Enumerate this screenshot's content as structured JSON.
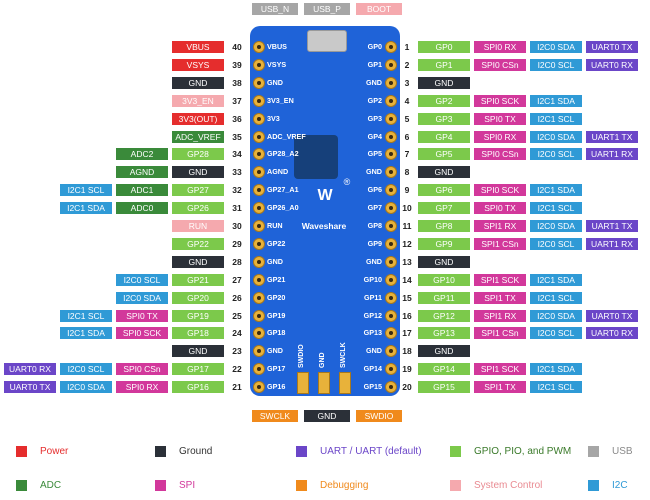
{
  "colors": {
    "power": "#e52d2d",
    "ground": "#2b3038",
    "uart": "#6b46c8",
    "gpio": "#7cc94b",
    "usb": "#a6a6a6",
    "adc": "#3a8a3a",
    "spi": "#d2389b",
    "debug": "#f08a1c",
    "system": "#f5a9ae",
    "i2c": "#2f9ad6"
  },
  "top_labels": [
    {
      "text": "USB_N",
      "kind": "usb"
    },
    {
      "text": "USB_P",
      "kind": "usb"
    },
    {
      "text": "BOOT",
      "kind": "system"
    }
  ],
  "bottom_labels": [
    {
      "text": "SWCLK",
      "kind": "debug"
    },
    {
      "text": "GND",
      "kind": "ground"
    },
    {
      "text": "SWDIO",
      "kind": "debug"
    }
  ],
  "board": {
    "brand": "Waveshare",
    "logo": "W",
    "reg": "®",
    "swd_labels": [
      "SWDIO",
      "GND",
      "SWCLK"
    ]
  },
  "left_pins": [
    {
      "num": "40",
      "silk": "VBUS",
      "labels": [
        {
          "text": "VBUS",
          "kind": "power"
        }
      ]
    },
    {
      "num": "39",
      "silk": "VSYS",
      "labels": [
        {
          "text": "VSYS",
          "kind": "power"
        }
      ]
    },
    {
      "num": "38",
      "silk": "GND",
      "labels": [
        {
          "text": "GND",
          "kind": "ground"
        }
      ]
    },
    {
      "num": "37",
      "silk": "3V3_EN",
      "labels": [
        {
          "text": "3V3_EN",
          "kind": "system"
        }
      ]
    },
    {
      "num": "36",
      "silk": "3V3",
      "labels": [
        {
          "text": "3V3(OUT)",
          "kind": "power"
        }
      ]
    },
    {
      "num": "35",
      "silk": "ADC_VREF",
      "labels": [
        {
          "text": "ADC_VREF",
          "kind": "adc"
        }
      ]
    },
    {
      "num": "34",
      "silk": "GP28_A2",
      "labels": [
        {
          "text": "ADC2",
          "kind": "adc"
        },
        {
          "text": "GP28",
          "kind": "gpio"
        }
      ]
    },
    {
      "num": "33",
      "silk": "AGND",
      "labels": [
        {
          "text": "AGND",
          "kind": "adc"
        },
        {
          "text": "GND",
          "kind": "ground"
        }
      ]
    },
    {
      "num": "32",
      "silk": "GP27_A1",
      "labels": [
        {
          "text": "I2C1 SCL",
          "kind": "i2c"
        },
        {
          "text": "ADC1",
          "kind": "adc"
        },
        {
          "text": "GP27",
          "kind": "gpio"
        }
      ]
    },
    {
      "num": "31",
      "silk": "GP26_A0",
      "labels": [
        {
          "text": "I2C1 SDA",
          "kind": "i2c"
        },
        {
          "text": "ADC0",
          "kind": "adc"
        },
        {
          "text": "GP26",
          "kind": "gpio"
        }
      ]
    },
    {
      "num": "30",
      "silk": "RUN",
      "labels": [
        {
          "text": "RUN",
          "kind": "system"
        }
      ]
    },
    {
      "num": "29",
      "silk": "GP22",
      "labels": [
        {
          "text": "GP22",
          "kind": "gpio"
        }
      ]
    },
    {
      "num": "28",
      "silk": "GND",
      "labels": [
        {
          "text": "GND",
          "kind": "ground"
        }
      ]
    },
    {
      "num": "27",
      "silk": "GP21",
      "labels": [
        {
          "text": "I2C0 SCL",
          "kind": "i2c"
        },
        {
          "text": "GP21",
          "kind": "gpio"
        }
      ]
    },
    {
      "num": "26",
      "silk": "GP20",
      "labels": [
        {
          "text": "I2C0 SDA",
          "kind": "i2c"
        },
        {
          "text": "GP20",
          "kind": "gpio"
        }
      ]
    },
    {
      "num": "25",
      "silk": "GP19",
      "labels": [
        {
          "text": "I2C1 SCL",
          "kind": "i2c"
        },
        {
          "text": "SPI0 TX",
          "kind": "spi"
        },
        {
          "text": "GP19",
          "kind": "gpio"
        }
      ]
    },
    {
      "num": "24",
      "silk": "GP18",
      "labels": [
        {
          "text": "I2C1 SDA",
          "kind": "i2c"
        },
        {
          "text": "SPI0 SCK",
          "kind": "spi"
        },
        {
          "text": "GP18",
          "kind": "gpio"
        }
      ]
    },
    {
      "num": "23",
      "silk": "GND",
      "labels": [
        {
          "text": "GND",
          "kind": "ground"
        }
      ]
    },
    {
      "num": "22",
      "silk": "GP17",
      "labels": [
        {
          "text": "UART0 RX",
          "kind": "uart"
        },
        {
          "text": "I2C0 SCL",
          "kind": "i2c"
        },
        {
          "text": "SPI0 CSn",
          "kind": "spi"
        },
        {
          "text": "GP17",
          "kind": "gpio"
        }
      ]
    },
    {
      "num": "21",
      "silk": "GP16",
      "labels": [
        {
          "text": "UART0 TX",
          "kind": "uart"
        },
        {
          "text": "I2C0 SDA",
          "kind": "i2c"
        },
        {
          "text": "SPI0 RX",
          "kind": "spi"
        },
        {
          "text": "GP16",
          "kind": "gpio"
        }
      ]
    }
  ],
  "right_pins": [
    {
      "num": "1",
      "silk": "GP0",
      "labels": [
        {
          "text": "GP0",
          "kind": "gpio"
        },
        {
          "text": "SPI0 RX",
          "kind": "spi"
        },
        {
          "text": "I2C0 SDA",
          "kind": "i2c"
        },
        {
          "text": "UART0 TX",
          "kind": "uart"
        }
      ]
    },
    {
      "num": "2",
      "silk": "GP1",
      "labels": [
        {
          "text": "GP1",
          "kind": "gpio"
        },
        {
          "text": "SPI0 CSn",
          "kind": "spi"
        },
        {
          "text": "I2C0 SCL",
          "kind": "i2c"
        },
        {
          "text": "UART0 RX",
          "kind": "uart"
        }
      ]
    },
    {
      "num": "3",
      "silk": "GND",
      "labels": [
        {
          "text": "GND",
          "kind": "ground"
        }
      ]
    },
    {
      "num": "4",
      "silk": "GP2",
      "labels": [
        {
          "text": "GP2",
          "kind": "gpio"
        },
        {
          "text": "SPI0 SCK",
          "kind": "spi"
        },
        {
          "text": "I2C1 SDA",
          "kind": "i2c"
        }
      ]
    },
    {
      "num": "5",
      "silk": "GP3",
      "labels": [
        {
          "text": "GP3",
          "kind": "gpio"
        },
        {
          "text": "SPI0 TX",
          "kind": "spi"
        },
        {
          "text": "I2C1 SCL",
          "kind": "i2c"
        }
      ]
    },
    {
      "num": "6",
      "silk": "GP4",
      "labels": [
        {
          "text": "GP4",
          "kind": "gpio"
        },
        {
          "text": "SPI0 RX",
          "kind": "spi"
        },
        {
          "text": "I2C0 SDA",
          "kind": "i2c"
        },
        {
          "text": "UART1 TX",
          "kind": "uart"
        }
      ]
    },
    {
      "num": "7",
      "silk": "GP5",
      "labels": [
        {
          "text": "GP5",
          "kind": "gpio"
        },
        {
          "text": "SPI0 CSn",
          "kind": "spi"
        },
        {
          "text": "I2C0 SCL",
          "kind": "i2c"
        },
        {
          "text": "UART1 RX",
          "kind": "uart"
        }
      ]
    },
    {
      "num": "8",
      "silk": "GND",
      "labels": [
        {
          "text": "GND",
          "kind": "ground"
        }
      ]
    },
    {
      "num": "9",
      "silk": "GP6",
      "labels": [
        {
          "text": "GP6",
          "kind": "gpio"
        },
        {
          "text": "SPI0 SCK",
          "kind": "spi"
        },
        {
          "text": "I2C1 SDA",
          "kind": "i2c"
        }
      ]
    },
    {
      "num": "10",
      "silk": "GP7",
      "labels": [
        {
          "text": "GP7",
          "kind": "gpio"
        },
        {
          "text": "SPI0 TX",
          "kind": "spi"
        },
        {
          "text": "I2C1 SCL",
          "kind": "i2c"
        }
      ]
    },
    {
      "num": "11",
      "silk": "GP8",
      "labels": [
        {
          "text": "GP8",
          "kind": "gpio"
        },
        {
          "text": "SPI1 RX",
          "kind": "spi"
        },
        {
          "text": "I2C0 SDA",
          "kind": "i2c"
        },
        {
          "text": "UART1 TX",
          "kind": "uart"
        }
      ]
    },
    {
      "num": "12",
      "silk": "GP9",
      "labels": [
        {
          "text": "GP9",
          "kind": "gpio"
        },
        {
          "text": "SPI1 CSn",
          "kind": "spi"
        },
        {
          "text": "I2C0 SCL",
          "kind": "i2c"
        },
        {
          "text": "UART1 RX",
          "kind": "uart"
        }
      ]
    },
    {
      "num": "13",
      "silk": "GND",
      "labels": [
        {
          "text": "GND",
          "kind": "ground"
        }
      ]
    },
    {
      "num": "14",
      "silk": "GP10",
      "labels": [
        {
          "text": "GP10",
          "kind": "gpio"
        },
        {
          "text": "SPI1 SCK",
          "kind": "spi"
        },
        {
          "text": "I2C1 SDA",
          "kind": "i2c"
        }
      ]
    },
    {
      "num": "15",
      "silk": "GP11",
      "labels": [
        {
          "text": "GP11",
          "kind": "gpio"
        },
        {
          "text": "SPI1 TX",
          "kind": "spi"
        },
        {
          "text": "I2C1 SCL",
          "kind": "i2c"
        }
      ]
    },
    {
      "num": "16",
      "silk": "GP12",
      "labels": [
        {
          "text": "GP12",
          "kind": "gpio"
        },
        {
          "text": "SPI1 RX",
          "kind": "spi"
        },
        {
          "text": "I2C0 SDA",
          "kind": "i2c"
        },
        {
          "text": "UART0 TX",
          "kind": "uart"
        }
      ]
    },
    {
      "num": "17",
      "silk": "GP13",
      "labels": [
        {
          "text": "GP13",
          "kind": "gpio"
        },
        {
          "text": "SPI1 CSn",
          "kind": "spi"
        },
        {
          "text": "I2C0 SCL",
          "kind": "i2c"
        },
        {
          "text": "UART0 RX",
          "kind": "uart"
        }
      ]
    },
    {
      "num": "18",
      "silk": "GND",
      "labels": [
        {
          "text": "GND",
          "kind": "ground"
        }
      ]
    },
    {
      "num": "19",
      "silk": "GP14",
      "labels": [
        {
          "text": "GP14",
          "kind": "gpio"
        },
        {
          "text": "SPI1 SCK",
          "kind": "spi"
        },
        {
          "text": "I2C1 SDA",
          "kind": "i2c"
        }
      ]
    },
    {
      "num": "20",
      "silk": "GP15",
      "labels": [
        {
          "text": "GP15",
          "kind": "gpio"
        },
        {
          "text": "SPI1 TX",
          "kind": "spi"
        },
        {
          "text": "I2C1 SCL",
          "kind": "i2c"
        }
      ]
    }
  ],
  "legend": [
    {
      "kind": "power",
      "text": "Power"
    },
    {
      "kind": "ground",
      "text": "Ground"
    },
    {
      "kind": "uart",
      "text": "UART / UART (default)"
    },
    {
      "kind": "gpio",
      "text": "GPIO, PIO, and PWM"
    },
    {
      "kind": "usb",
      "text": "USB"
    },
    {
      "kind": "adc",
      "text": "ADC"
    },
    {
      "kind": "spi",
      "text": "SPI"
    },
    {
      "kind": "debug",
      "text": "Debugging"
    },
    {
      "kind": "system",
      "text": "System Control"
    },
    {
      "kind": "i2c",
      "text": "I2C"
    }
  ]
}
